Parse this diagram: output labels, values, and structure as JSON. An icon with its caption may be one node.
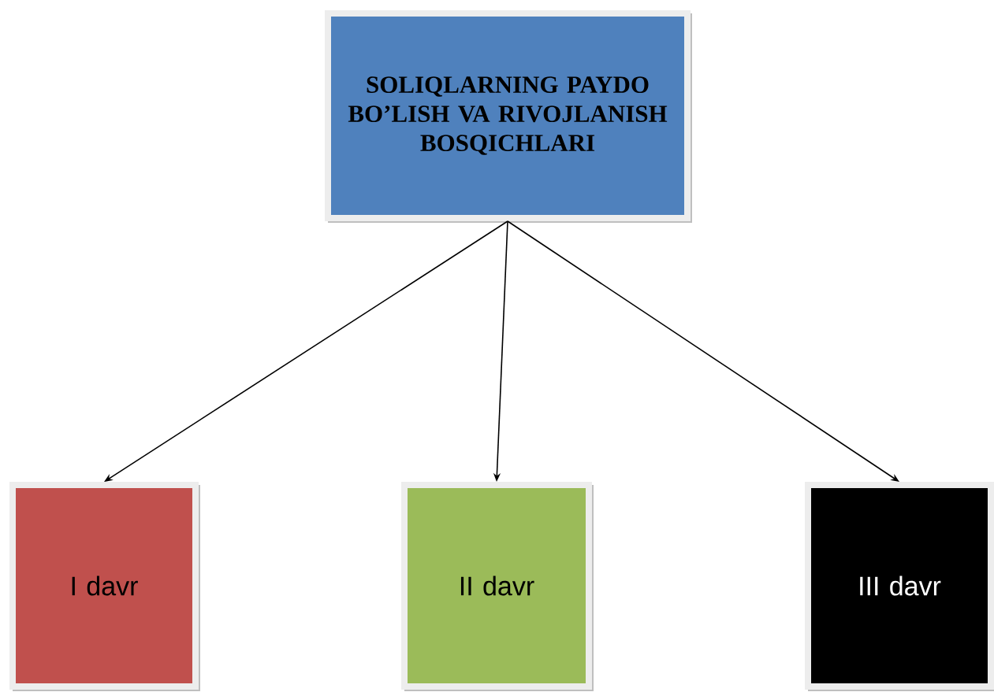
{
  "diagram": {
    "nodes": [
      {
        "text": [
          "SOLIQLARNING PAYDO BO’LISH VA RIVOJLANISH BOSQICHLARI"
        ]
      },
      {
        "text": [
          "I davr"
        ]
      },
      {
        "text": [
          "II davr"
        ]
      },
      {
        "text": [
          "III davr"
        ]
      }
    ],
    "edges": [
      {
        "from": 0,
        "to": 1,
        "arrow": "to"
      },
      {
        "from": 0,
        "to": 2,
        "arrow": "to"
      },
      {
        "from": 0,
        "to": 3,
        "arrow": "to"
      }
    ]
  }
}
